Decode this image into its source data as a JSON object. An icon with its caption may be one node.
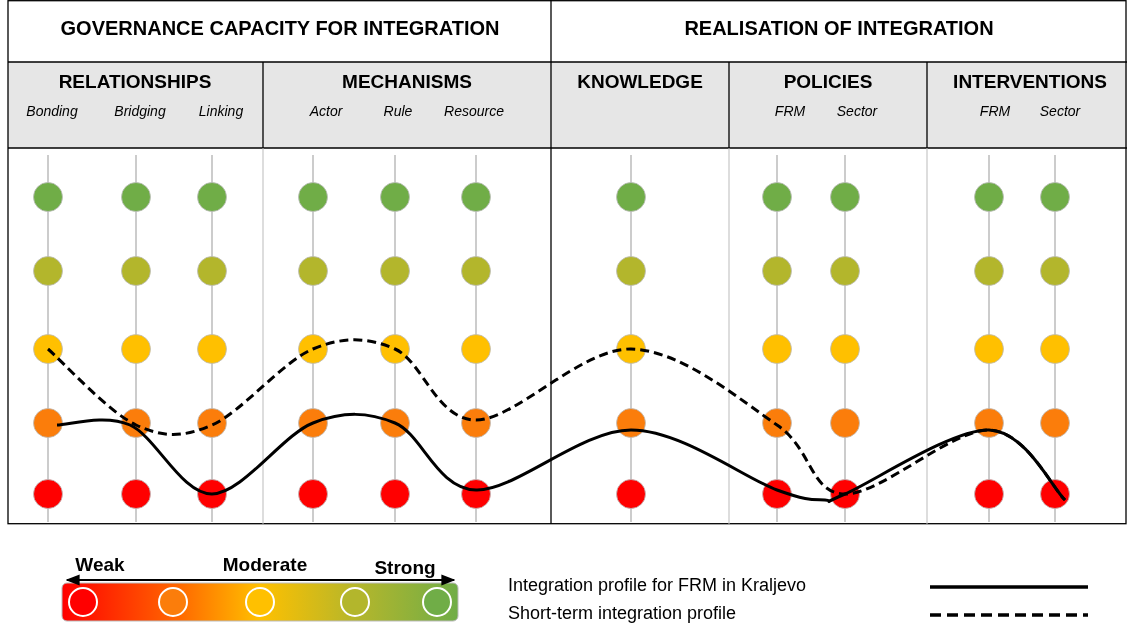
{
  "diagram": {
    "labels": [
      "GOVERNANCE CAPACITY FOR INTEGRATION",
      "REALISATION OF INTEGRATION",
      "RELATIONSHIPS",
      "Bonding",
      "Bridging",
      "Linking",
      "MECHANISMS",
      "Actor",
      "Rule",
      "Resource",
      "KNOWLEDGE",
      "POLICIES",
      "FRM",
      "Sector",
      "INTERVENTIONS",
      "FRM",
      "Sector",
      "Weak",
      "Moderate",
      "Strong"
    ],
    "legend": [
      {
        "text": "Integration profile for FRM in Kraljevo"
      },
      {
        "text": "Short-term integration profile"
      }
    ]
  }
}
